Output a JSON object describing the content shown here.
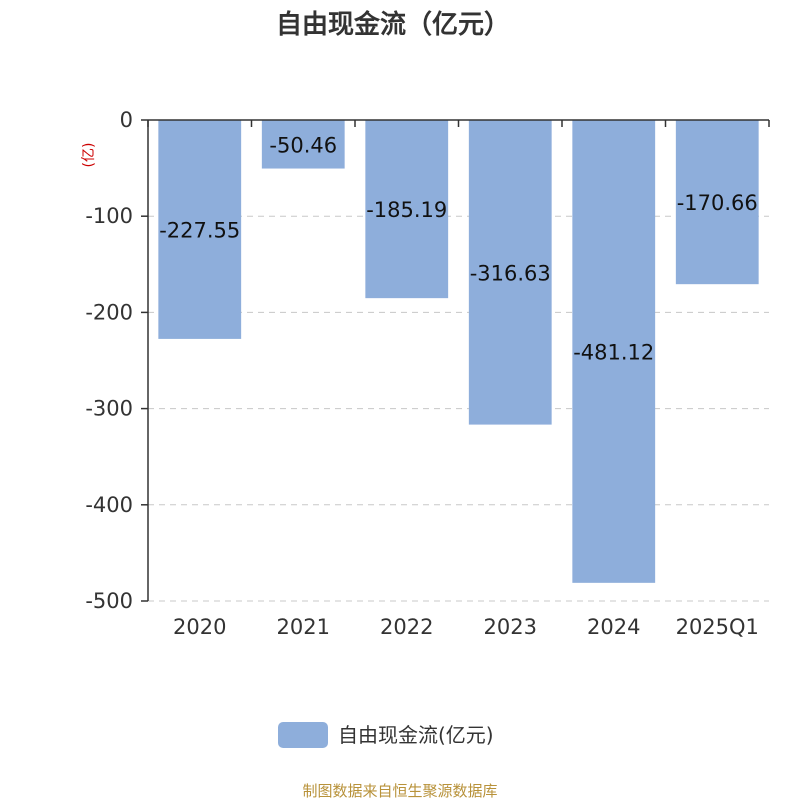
{
  "chart_data": {
    "type": "bar",
    "title": "自由现金流（亿元）",
    "unit_label": "(亿)",
    "categories": [
      "2020",
      "2021",
      "2022",
      "2023",
      "2024",
      "2025Q1"
    ],
    "series": [
      {
        "name": "自由现金流(亿元)",
        "values": [
          -227.55,
          -50.46,
          -185.19,
          -316.63,
          -481.12,
          -170.66
        ],
        "labels": [
          "-227.55",
          "-50.46",
          "-185.19",
          "-316.63",
          "-481.12",
          "-170.66"
        ]
      }
    ],
    "ylim": [
      -500,
      0
    ],
    "yticks": [
      0,
      -100,
      -200,
      -300,
      -400,
      -500
    ],
    "ytick_labels": [
      "0",
      "-100",
      "-200",
      "-300",
      "-400",
      "-500"
    ],
    "grid": true,
    "legend_position": "bottom-center",
    "colors": {
      "bar": "#8eaedb",
      "grid": "#c8c8c8",
      "axis": "#333333"
    }
  },
  "source": "制图数据来自恒生聚源数据库"
}
